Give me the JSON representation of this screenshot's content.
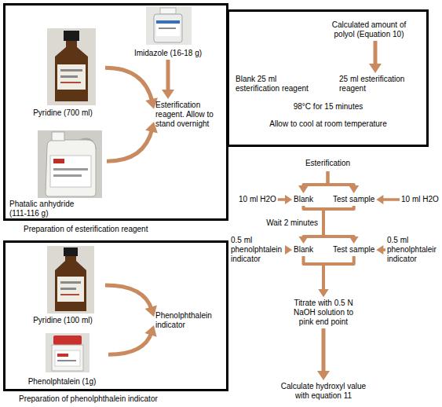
{
  "diagram": {
    "nodes": [
      {
        "text": [
          "Preparation of esterification reagent"
        ]
      },
      {
        "text": [
          "Pyridine (700 ml)"
        ],
        "in": 0
      },
      {
        "text": [
          "Phatalic anhydride (111-116 g)"
        ],
        "in": 0
      },
      {
        "text": [
          "Imidazole (16-18 g)"
        ],
        "in": 0
      },
      {
        "text": [
          "Esterification reagent. Allow to stand overnight"
        ],
        "in": 0
      },
      {
        "text": [
          "Preparation of phenolphthalein indicator"
        ]
      },
      {
        "text": [
          "Pyridine (100 ml)"
        ],
        "in": 5
      },
      {
        "text": [
          "Phenolphtalein (1g)"
        ],
        "in": 5
      },
      {
        "text": [
          "Phenolphthalein indicator"
        ],
        "in": 5
      },
      {
        "text": [
          "Esterification"
        ]
      },
      {
        "text": [
          "Calculated amount of polyol (Equation 10)"
        ],
        "in": 9
      },
      {
        "text": [
          "Blank 25 ml esterification reagent"
        ],
        "in": 9
      },
      {
        "text": [
          "25 ml esterification reagent"
        ],
        "in": 9
      },
      {
        "text": [
          "10 ml H2O"
        ]
      },
      {
        "text": [
          "Blank"
        ]
      },
      {
        "text": [
          "Test sample"
        ]
      },
      {
        "text": [
          "10 ml H2O"
        ]
      },
      {
        "text": [
          "0.5 ml phenolphtalein indicator"
        ]
      },
      {
        "text": [
          "Blank"
        ]
      },
      {
        "text": [
          "Test sample"
        ]
      },
      {
        "text": [
          "0.5 ml phenolphtaleir indicator"
        ]
      },
      {
        "text": [
          "Titrate with 0.5 N NaOH solution to pink end point"
        ]
      },
      {
        "text": [
          "Calculate hydroxyl value with equation 11"
        ]
      }
    ],
    "edges": [
      {
        "from": 1,
        "to": 4,
        "arrow": "to"
      },
      {
        "from": 2,
        "to": 4,
        "arrow": "to"
      },
      {
        "from": 3,
        "to": 4,
        "arrow": "to"
      },
      {
        "from": 6,
        "to": 8,
        "arrow": "to"
      },
      {
        "from": 7,
        "to": 8,
        "arrow": "to"
      },
      {
        "from": 10,
        "to": 12,
        "arrow": "to"
      },
      {
        "from": 9,
        "to": 14,
        "arrow": "to"
      },
      {
        "from": 9,
        "to": 15,
        "arrow": "to"
      },
      {
        "from": 13,
        "to": 14,
        "arrow": "to"
      },
      {
        "from": 16,
        "to": 15,
        "arrow": "to"
      },
      {
        "from": 14,
        "to": 18,
        "arrow": "to"
      },
      {
        "from": 15,
        "to": 19,
        "arrow": "to"
      },
      {
        "from": 17,
        "to": 18,
        "arrow": "to"
      },
      {
        "from": 20,
        "to": 19,
        "arrow": "to"
      },
      {
        "from": 18,
        "to": 21,
        "arrow": "to"
      },
      {
        "from": 19,
        "to": 21,
        "arrow": "to"
      },
      {
        "from": 21,
        "to": 22,
        "arrow": "to"
      }
    ],
    "labels": [
      "98°C for 15 minutes",
      "Allow to cool at room temperature",
      "Wait 2 minutes"
    ]
  }
}
